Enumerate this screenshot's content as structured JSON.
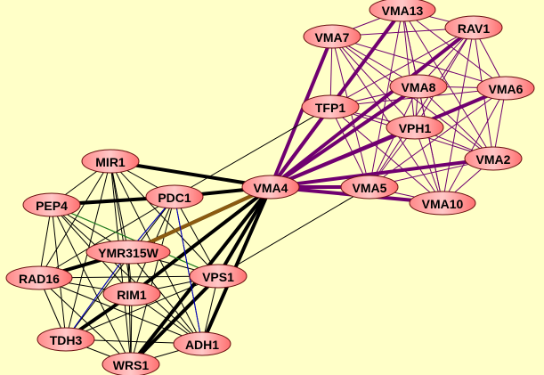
{
  "colors": {
    "background": "#ffffc8",
    "node_fill": "#ff9f9f",
    "vacuolar_edge": "#700070",
    "other_edge": "#000000",
    "brown_edge": "#8b5a10"
  },
  "nodes": [
    "VMA13",
    "RAV1",
    "VMA7",
    "VMA8",
    "VMA6",
    "TFP1",
    "VPH1",
    "VMA2",
    "VMA4",
    "VMA5",
    "VMA10",
    "MIR1",
    "PDC1",
    "PEP4",
    "YMR315W",
    "RAD16",
    "VPS1",
    "RIM1",
    "TDH3",
    "ADH1",
    "WRS1"
  ],
  "clusters": [
    {
      "members": [
        "VMA13",
        "RAV1",
        "VMA7",
        "VMA8",
        "VMA6",
        "TFP1",
        "VPH1",
        "VMA2",
        "VMA4",
        "VMA5",
        "VMA10"
      ],
      "color": "#700070"
    },
    {
      "members": [
        "MIR1",
        "PDC1",
        "PEP4",
        "YMR315W",
        "RAD16",
        "VPS1",
        "RIM1",
        "TDH3",
        "ADH1",
        "WRS1"
      ],
      "color": "#000000"
    }
  ],
  "edges": [
    [
      "VMA4",
      "VMA7",
      4,
      "#700070"
    ],
    [
      "VMA4",
      "VMA13",
      4,
      "#700070"
    ],
    [
      "VMA4",
      "TFP1",
      4,
      "#700070"
    ],
    [
      "VMA4",
      "VMA8",
      4,
      "#700070"
    ],
    [
      "VMA4",
      "RAV1",
      4,
      "#700070"
    ],
    [
      "VMA4",
      "VPH1",
      4,
      "#700070"
    ],
    [
      "VMA4",
      "VMA6",
      4,
      "#700070"
    ],
    [
      "VMA4",
      "VMA2",
      4,
      "#700070"
    ],
    [
      "VMA4",
      "VMA5",
      4,
      "#700070"
    ],
    [
      "VMA4",
      "VMA10",
      4,
      "#700070"
    ],
    [
      "VMA4",
      "MIR1",
      4,
      "#000000"
    ],
    [
      "VMA4",
      "PDC1",
      4,
      "#000000"
    ],
    [
      "VMA4",
      "YMR315W",
      4,
      "#000000"
    ],
    [
      "VMA4",
      "VPS1",
      4,
      "#000000"
    ],
    [
      "VMA4",
      "RIM1",
      4,
      "#000000"
    ],
    [
      "VMA4",
      "ADH1",
      4,
      "#000000"
    ],
    [
      "VMA4",
      "WRS1",
      4,
      "#000000"
    ],
    [
      "VMA4",
      "YMR315W",
      4,
      "#8b5a10"
    ],
    [
      "PEP4",
      "PDC1",
      4,
      "#000000"
    ],
    [
      "RAD16",
      "YMR315W",
      4,
      "#000000"
    ],
    [
      "RIM1",
      "TDH3",
      4,
      "#000000"
    ],
    [
      "VPS1",
      "WRS1",
      4,
      "#000000"
    ],
    [
      "PDC1",
      "TFP1",
      1,
      "#000000"
    ],
    [
      "VPS1",
      "VMA5",
      1,
      "#000000"
    ],
    [
      "PEP4",
      "VPS1",
      1,
      "#228b22"
    ],
    [
      "PDC1",
      "YMR315W",
      1,
      "#0000cc"
    ],
    [
      "PDC1",
      "ADH1",
      1,
      "#0000cc"
    ],
    [
      "YMR315W",
      "TDH3",
      1,
      "#0000cc"
    ]
  ]
}
